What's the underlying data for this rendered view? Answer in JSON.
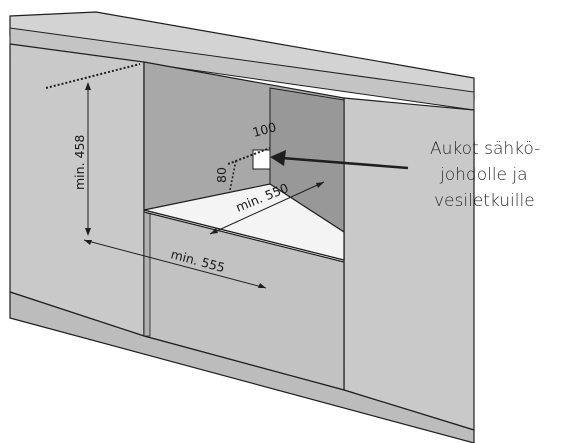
{
  "diagram": {
    "dimensions": {
      "height_label": "min. 458",
      "width_label": "min. 555",
      "depth_label": "min. 550",
      "opening_width_label": "100",
      "opening_height_label": "80"
    },
    "callout": {
      "lines": [
        "Aukot sähkö-",
        "johdolle ja",
        "vesiletkuille"
      ]
    },
    "colors": {
      "cabinet_light": "#c8c8c8",
      "cabinet_mid": "#bdbdbd",
      "cavity": "#a9a9a9",
      "top": "#d2d2d2",
      "outline": "#1f1f1f"
    }
  }
}
